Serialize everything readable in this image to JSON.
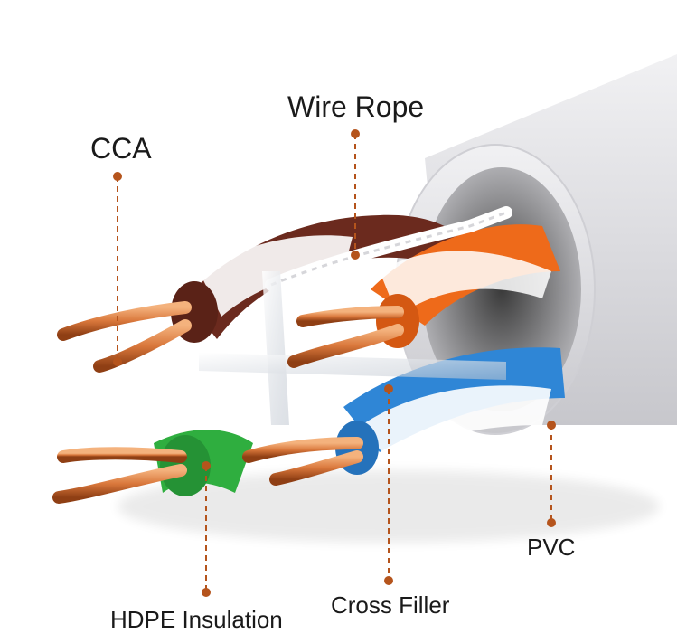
{
  "labels": {
    "cca": "CCA",
    "wire_rope": "Wire Rope",
    "pvc": "PVC",
    "hdpe": "HDPE Insulation",
    "cross_filler": "Cross Filler"
  },
  "colors": {
    "leader": "#b5541c",
    "copper": "#d9773b",
    "jacket": "#e4e4e6",
    "pair_brown": "#6b2a1e",
    "pair_orange": "#ee6a1a",
    "pair_green": "#2fae3f",
    "pair_blue": "#2f86d6"
  }
}
